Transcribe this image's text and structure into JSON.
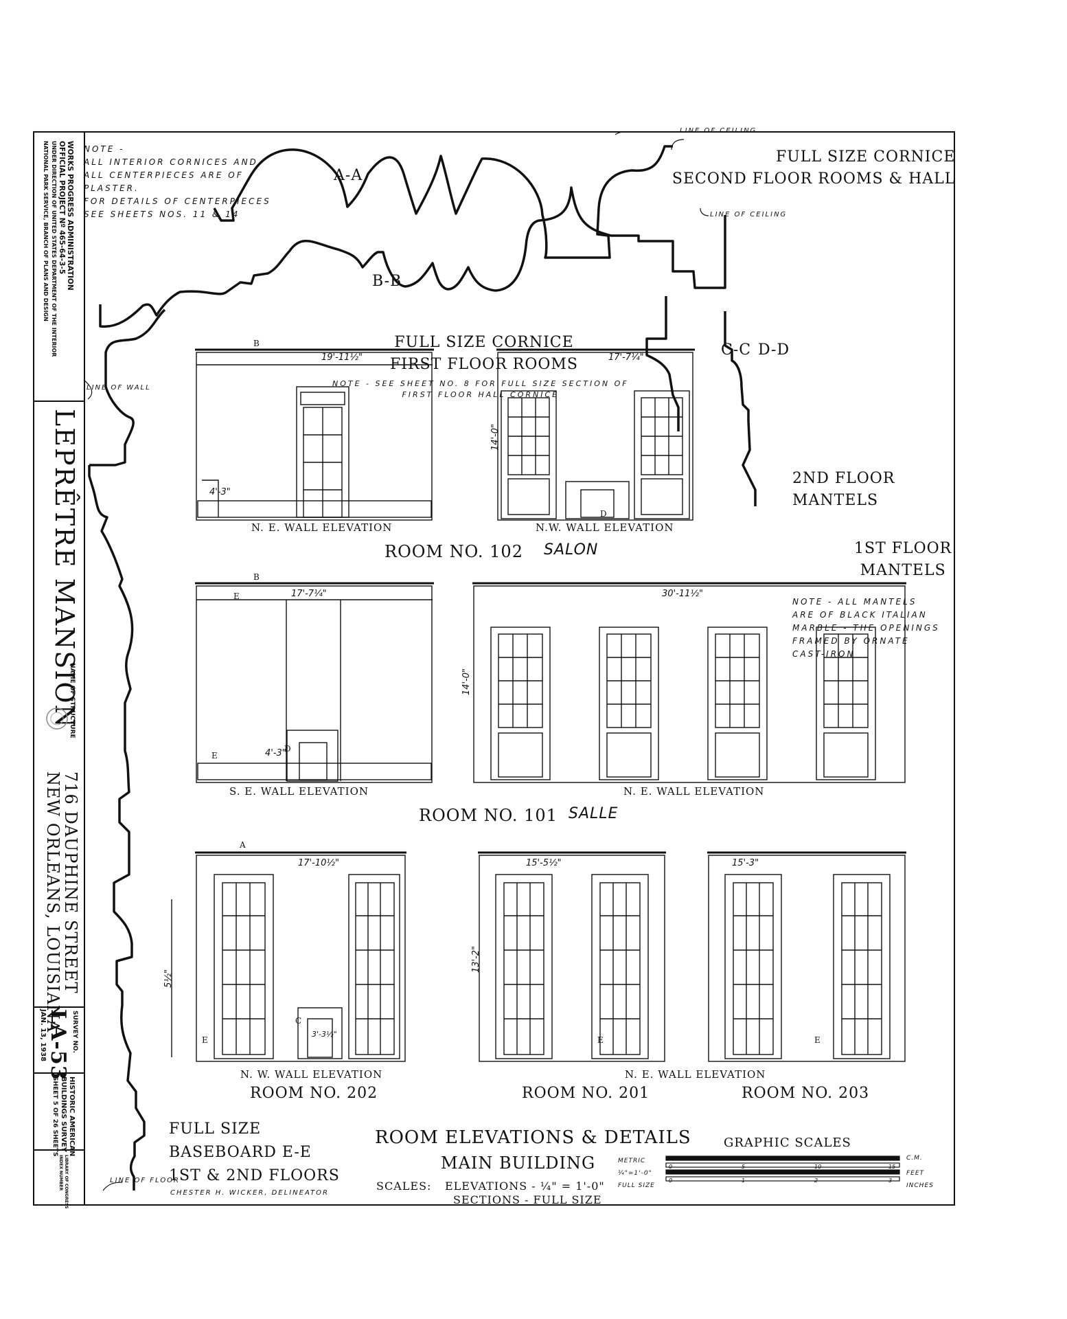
{
  "title_block": {
    "agency": [
      "WORKS PROGRESS ADMINISTRATION",
      "OFFICIAL PROJECT Nº 465-64-3-5",
      "UNDER DIRECTION OF UNITED STATES DEPARTMENT OF THE INTERIOR",
      "NATIONAL PARK SERVICE, BRANCH OF PLANS AND DESIGN"
    ],
    "structure_name": "LEPRÊTRE MANSION",
    "name_of_structure_label": "NAME OF STRUCTURE",
    "address_line1": "716 DAUPHINE STREET",
    "address_line2": "NEW ORLEANS, LOUISIANA",
    "survey_label": "SURVEY NO.",
    "survey_no": "LA-53",
    "date": "JAN. 13, 1938",
    "survey_name": [
      "HISTORIC AMERICAN",
      "BUILDINGS SURVEY"
    ],
    "sheet": "SHEET 5 OF 26 SHEETS",
    "library": [
      "LIBRARY OF CONGRESS",
      "INDEX NUMBER"
    ]
  },
  "notes": {
    "cornice_note": [
      "NOTE -",
      "ALL INTERIOR CORNICES AND",
      "ALL CENTERPIECES ARE OF",
      "PLASTER.",
      "FOR DETAILS OF CENTERPIECES",
      "SEE SHEETS NOS. 11 & 14"
    ],
    "mantel_note": [
      "NOTE - ALL MANTELS",
      "ARE OF BLACK ITALIAN",
      "MARBLE - THE OPENINGS",
      "FRAMED BY ORNATE",
      "CAST-IRON"
    ],
    "first_floor_note": [
      "NOTE - SEE SHEET NO. 8 FOR FULL SIZE SECTION OF",
      "FIRST FLOOR HALL CORNICE"
    ]
  },
  "labels": {
    "aa": "A-A",
    "bb": "B-B",
    "cc": "C-C",
    "dd": "D-D",
    "line_of_ceiling_1": "LINE OF CEILING",
    "line_of_ceiling_2": "LINE OF CEILING",
    "line_of_wall": "LINE OF WALL",
    "line_of_floor": "LINE OF FLOOR",
    "full_size_cornice_2": [
      "FULL SIZE CORNICE",
      "SECOND FLOOR ROOMS & HALL"
    ],
    "full_size_cornice_1": [
      "FULL SIZE CORNICE",
      "FIRST FLOOR ROOMS"
    ],
    "mantels_2": [
      "2ND FLOOR",
      "MANTELS"
    ],
    "mantels_1": [
      "1ST FLOOR",
      "MANTELS"
    ],
    "baseboard": [
      "FULL SIZE",
      "BASEBOARD E-E",
      "1ST & 2ND FLOORS"
    ],
    "delineator": "CHESTER H. WICKER, DELINEATOR"
  },
  "elevations": {
    "row1": {
      "ne": "N. E. WALL ELEVATION",
      "nw": "N.W. WALL ELEVATION",
      "room": "ROOM NO. 102",
      "room_name": "SALON",
      "dim_ne": "19'-11½\"",
      "dim_nw": "17'-7¼\"",
      "height": "14'-0\"",
      "base_h": "4'-3\""
    },
    "row2": {
      "se": "S. E. WALL ELEVATION",
      "ne": "N. E. WALL ELEVATION",
      "room": "ROOM NO. 101",
      "room_name": "SALLE",
      "dim_se": "17'-7¼\"",
      "dim_ne": "30'-11½\"",
      "height": "14'-0\"",
      "base_h": "4'-3\""
    },
    "row3": {
      "nw": "N. W. WALL ELEVATION",
      "ne": "N. E. WALL ELEVATION",
      "room_202": "ROOM NO. 202",
      "room_201": "ROOM NO. 201",
      "room_203": "ROOM NO. 203",
      "dim_202": "17'-10½\"",
      "dim_201": "15'-5½\"",
      "dim_203": "15'-3\"",
      "height": "13'-2\"",
      "side": "5½\"",
      "fire": "3'-3½\""
    },
    "section_marks": {
      "a": "A",
      "b": "B",
      "c": "C",
      "d": "D",
      "e": "E"
    }
  },
  "footer": {
    "main_title": "ROOM ELEVATIONS & DETAILS",
    "subtitle": "MAIN BUILDING",
    "scales_label": "SCALES:",
    "scale_elev": "ELEVATIONS - ¼\" = 1'-0\"",
    "scale_sect": "SECTIONS - FULL SIZE",
    "graphic_scales": "GRAPHIC SCALES",
    "metric": "METRIC",
    "cm": "C.M.",
    "quarter": "¼\"=1'-0\"",
    "feet": "FEET",
    "full_size": "FULL SIZE",
    "inches": "INCHES",
    "scale_ticks_top": [
      "0",
      "5",
      "10",
      "15"
    ],
    "scale_ticks_bot": [
      "0",
      "1",
      "2",
      "3"
    ]
  }
}
